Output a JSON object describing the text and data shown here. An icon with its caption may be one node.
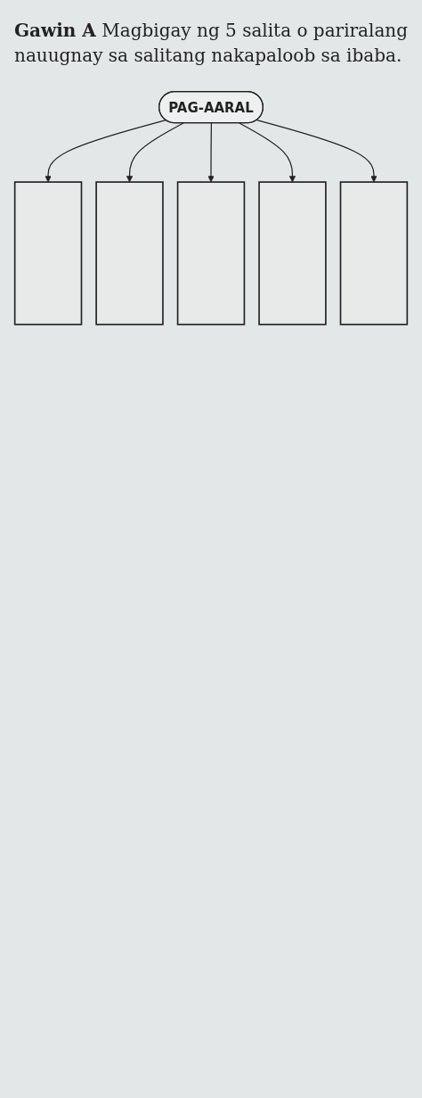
{
  "diagram": {
    "title": "**Gawin A** Magbigay ng 5 salita o pariralang nauugnay sa salitang nakapaloob sa ibaba.",
    "nodes": [
      {
        "text": [
          "PAG-AARAL"
        ]
      },
      {
        "text": [],
        "shape": "box"
      },
      {
        "text": [],
        "shape": "box"
      },
      {
        "text": [],
        "shape": "box"
      },
      {
        "text": [],
        "shape": "box"
      },
      {
        "text": [],
        "shape": "box"
      }
    ],
    "edges": [
      {
        "from": 0,
        "to": 1,
        "arrow": "to"
      },
      {
        "from": 0,
        "to": 2,
        "arrow": "to"
      },
      {
        "from": 0,
        "to": 3,
        "arrow": "to"
      },
      {
        "from": 0,
        "to": 4,
        "arrow": "to"
      },
      {
        "from": 0,
        "to": 5,
        "arrow": "to"
      }
    ]
  }
}
